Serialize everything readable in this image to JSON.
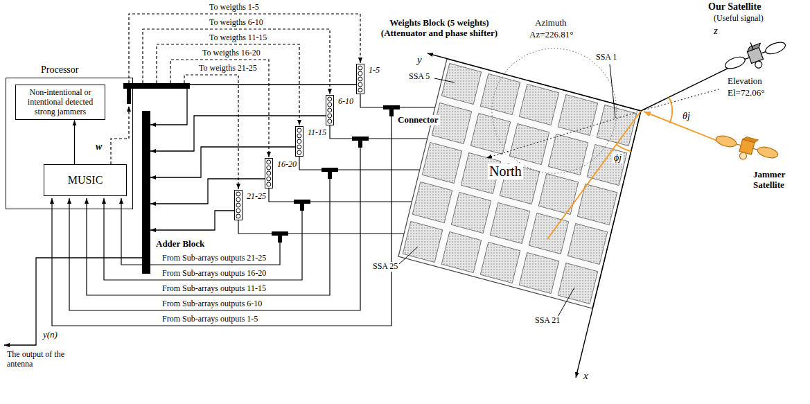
{
  "diagram": {
    "nodes": [
      {
        "text": [
          "Processor"
        ]
      },
      {
        "text": [
          "Non-intentional or intentional detected strong jammers"
        ],
        "in": 0
      },
      {
        "text": [
          "MUSIC"
        ],
        "in": 0
      },
      {
        "text": [
          "Adder Block"
        ]
      },
      {
        "text": [
          "1-5"
        ]
      },
      {
        "text": [
          "6-10"
        ]
      },
      {
        "text": [
          "11-15"
        ]
      },
      {
        "text": [
          "16-20"
        ]
      },
      {
        "text": [
          "21-25"
        ]
      }
    ],
    "edges": [
      {
        "from": 2,
        "to": 1,
        "arrow": "to"
      },
      {
        "from": 4,
        "to": 3,
        "arrow": "to"
      },
      {
        "from": 5,
        "to": 3,
        "arrow": "to"
      },
      {
        "from": 6,
        "to": 3,
        "arrow": "to"
      },
      {
        "from": 7,
        "to": 3,
        "arrow": "to"
      },
      {
        "from": 8,
        "to": 3,
        "arrow": "to"
      }
    ],
    "labels": [
      "To weigths 1-5",
      "To weigths 6-10",
      "To weigths 11-15",
      "To weigths 16-20",
      "To weigths 21-25",
      "Weights Block (5 weights) (Attenuator and phase shifter)",
      "Our Satellite",
      "(Useful signal)",
      "z",
      "Azimuth",
      "Az=226.81°",
      "Elevation",
      "El=72.06°",
      "SSA 5",
      "SSA 1",
      "y",
      "θj",
      "Connector",
      "North",
      "ϕj",
      "Jammer Satellite",
      "w",
      "SSA 25",
      "From Sub-arrays outputs 21-25",
      "From Sub-arrays outputs 16-20",
      "From Sub-arrays outputs 11-15",
      "From Sub-arrays outputs 6-10",
      "From Sub-arrays outputs 1-5",
      "SSA 21",
      "x",
      "y(n)",
      "The output of the antenna"
    ]
  }
}
